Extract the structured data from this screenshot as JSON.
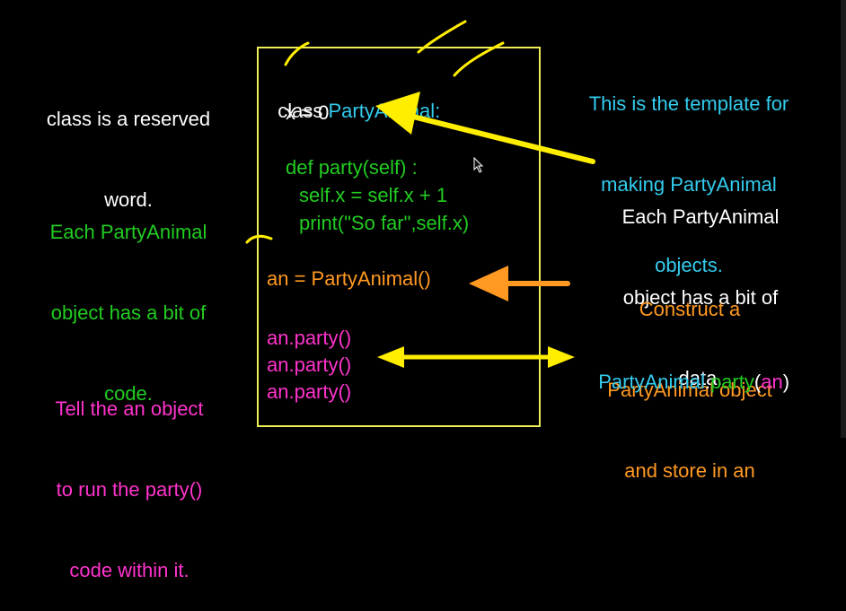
{
  "left": {
    "reserved_note": [
      "class is a reserved",
      "word."
    ],
    "code_note": [
      "Each PartyAnimal",
      "object has a bit of",
      "code."
    ],
    "tell_note": [
      "Tell the an object",
      "to run the party()",
      "code within it."
    ]
  },
  "code": {
    "class_keyword": "class ",
    "class_name": "PartyAnimal",
    "class_colon": ":",
    "attr_line": "x = 0",
    "def_line": "def party(self) :",
    "body_line1": "self.x = self.x + 1",
    "body_line2": "print(\"So far\",self.x)",
    "construct_line": "an = PartyAnimal()",
    "call_lines": [
      "an.party()",
      "an.party()",
      "an.party()"
    ]
  },
  "right": {
    "template_note": [
      "This is the template for",
      "making PartyAnimal",
      "objects."
    ],
    "data_note": [
      "Each PartyAnimal",
      "object has a bit of",
      "data."
    ],
    "construct_note": [
      "Construct a",
      "PartyAnimal object",
      "and store in an"
    ],
    "equivalent": {
      "class_part": "PartyAnimal",
      "dot": ".",
      "method_part": "party",
      "open_paren": "(",
      "arg": "an",
      "close_paren": ")"
    }
  },
  "colors": {
    "background": "#000000",
    "white": "#ffffff",
    "cyan": "#33ccee",
    "green": "#22cc22",
    "orange": "#ff9922",
    "magenta": "#ff33cc",
    "yellow": "#ffee00"
  },
  "icons": [
    "mouse-cursor-icon"
  ]
}
